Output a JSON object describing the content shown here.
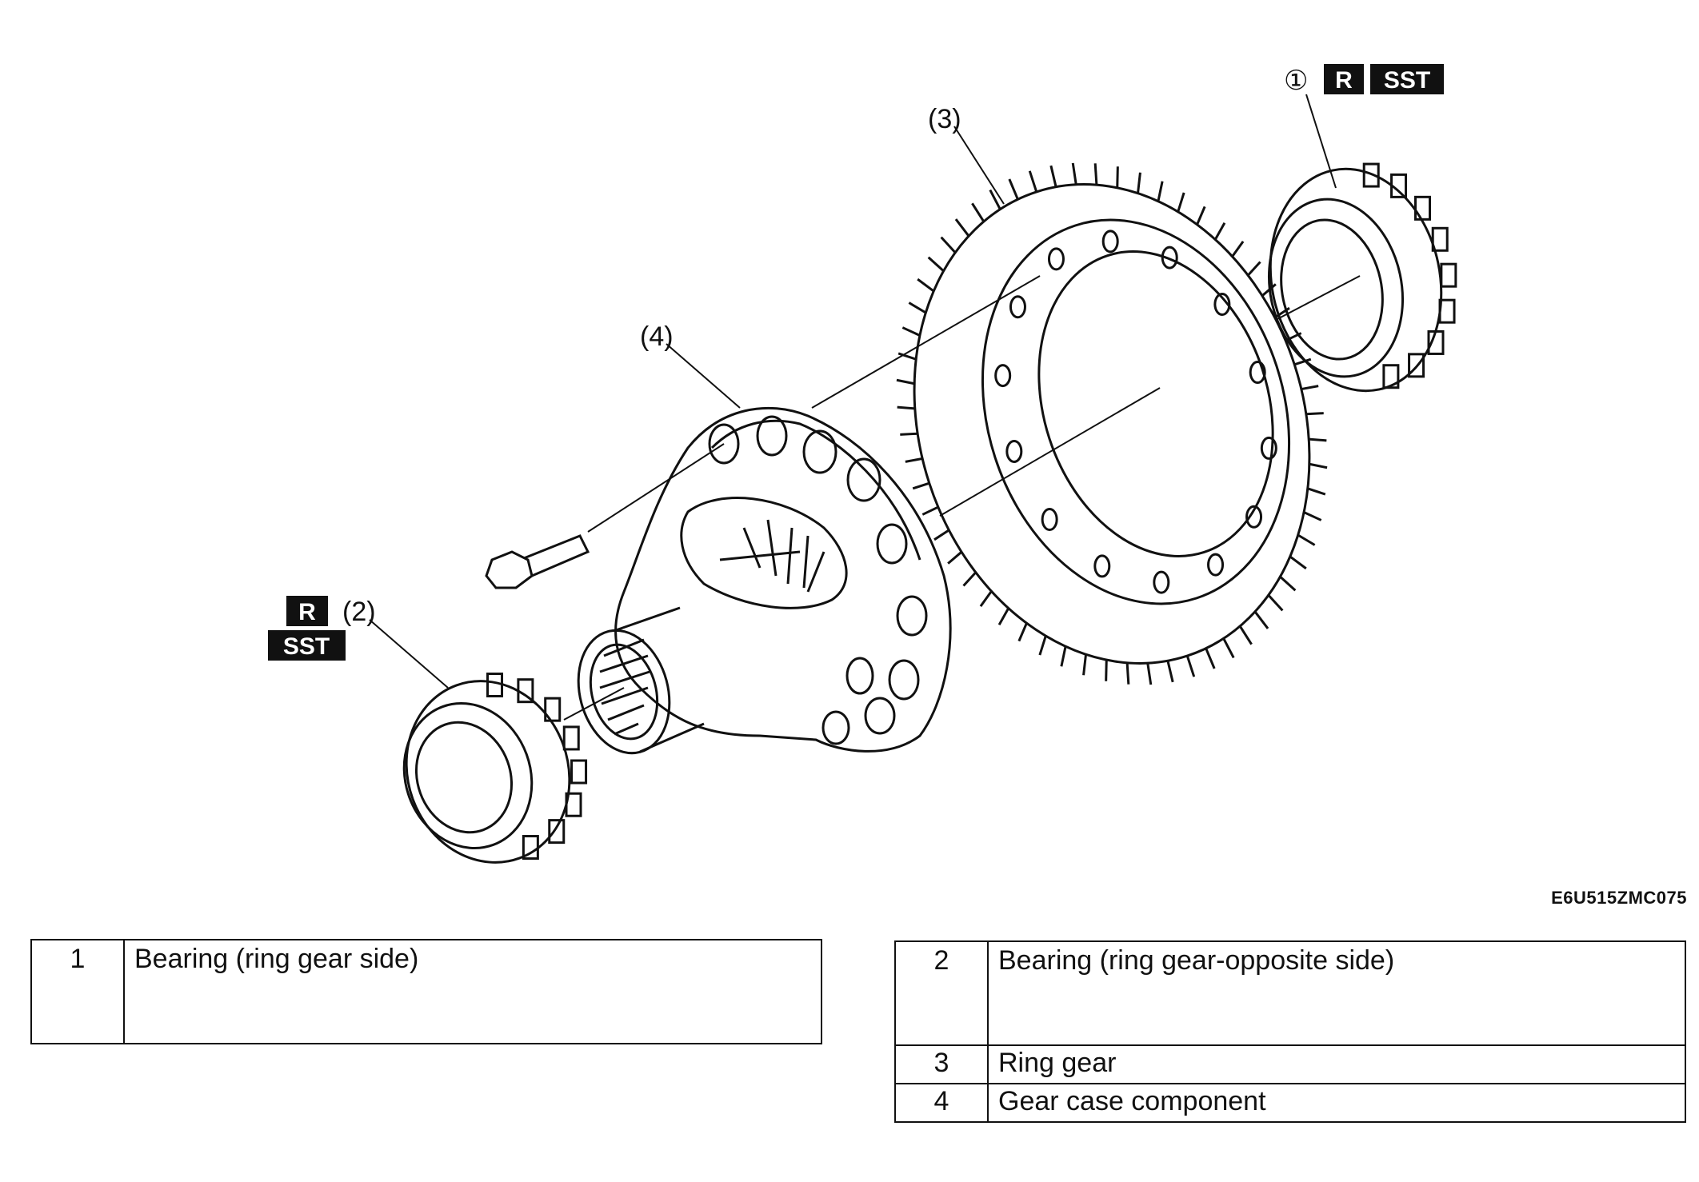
{
  "diagram": {
    "callouts": [
      {
        "id": "1",
        "text": "①",
        "badges": [
          "R",
          "SST"
        ]
      },
      {
        "id": "2",
        "text": "(2)",
        "badges": [
          "R",
          "SST"
        ]
      },
      {
        "id": "3",
        "text": "(3)",
        "badges": []
      },
      {
        "id": "4",
        "text": "(4)",
        "badges": []
      }
    ],
    "figure_code": "E6U515ZMC075"
  },
  "legend_left": [
    {
      "num": "1",
      "label": "Bearing (ring gear side)"
    }
  ],
  "legend_right": [
    {
      "num": "2",
      "label": "Bearing (ring gear-opposite side)"
    },
    {
      "num": "3",
      "label": "Ring gear"
    },
    {
      "num": "4",
      "label": "Gear case component"
    }
  ]
}
